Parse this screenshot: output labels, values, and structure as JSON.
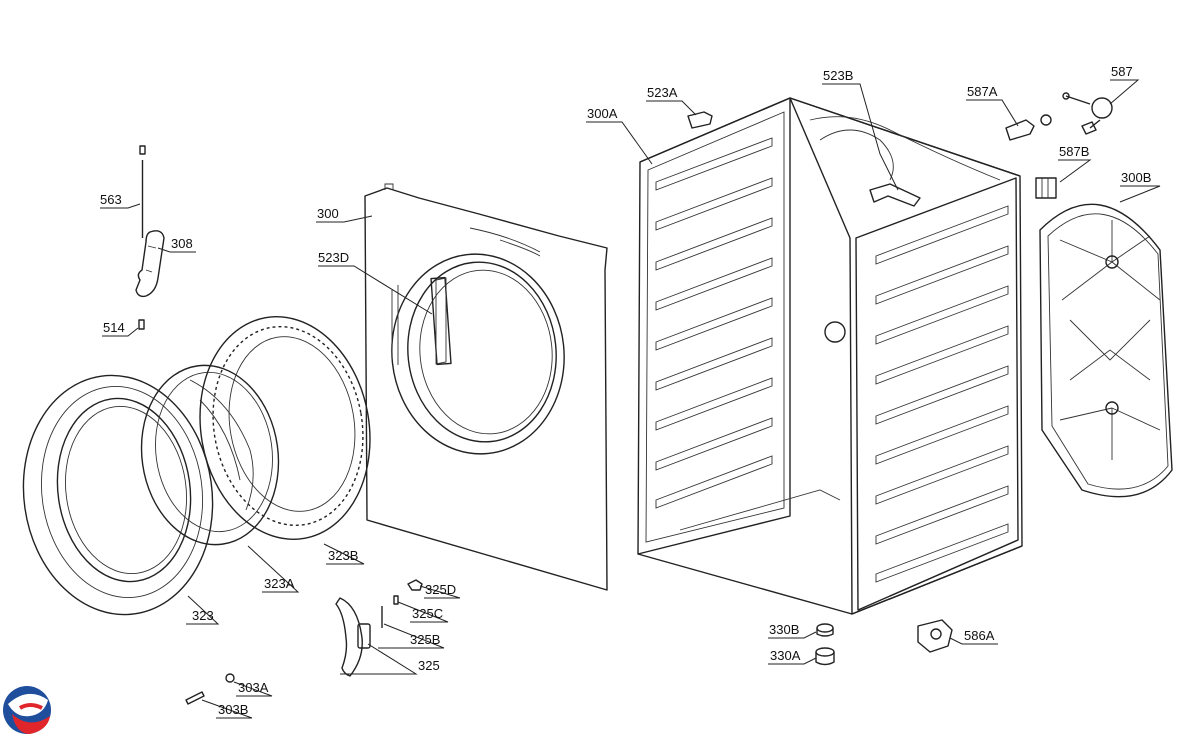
{
  "labels": {
    "l563": "563",
    "l308": "308",
    "l514": "514",
    "l300": "300",
    "l523D": "523D",
    "l300A": "300A",
    "l523A": "523A",
    "l523B": "523B",
    "l587A": "587A",
    "l587": "587",
    "l587B": "587B",
    "l300B": "300B",
    "l323": "323",
    "l323A": "323A",
    "l323B": "323B",
    "l325D": "325D",
    "l325C": "325C",
    "l325B": "325B",
    "l325": "325",
    "l303A": "303A",
    "l303B": "303B",
    "l330B": "330B",
    "l330A": "330A",
    "l586A": "586A"
  },
  "colors": {
    "line": "#222222",
    "logo_blue": "#1f4e9c",
    "logo_red": "#e0262b"
  }
}
